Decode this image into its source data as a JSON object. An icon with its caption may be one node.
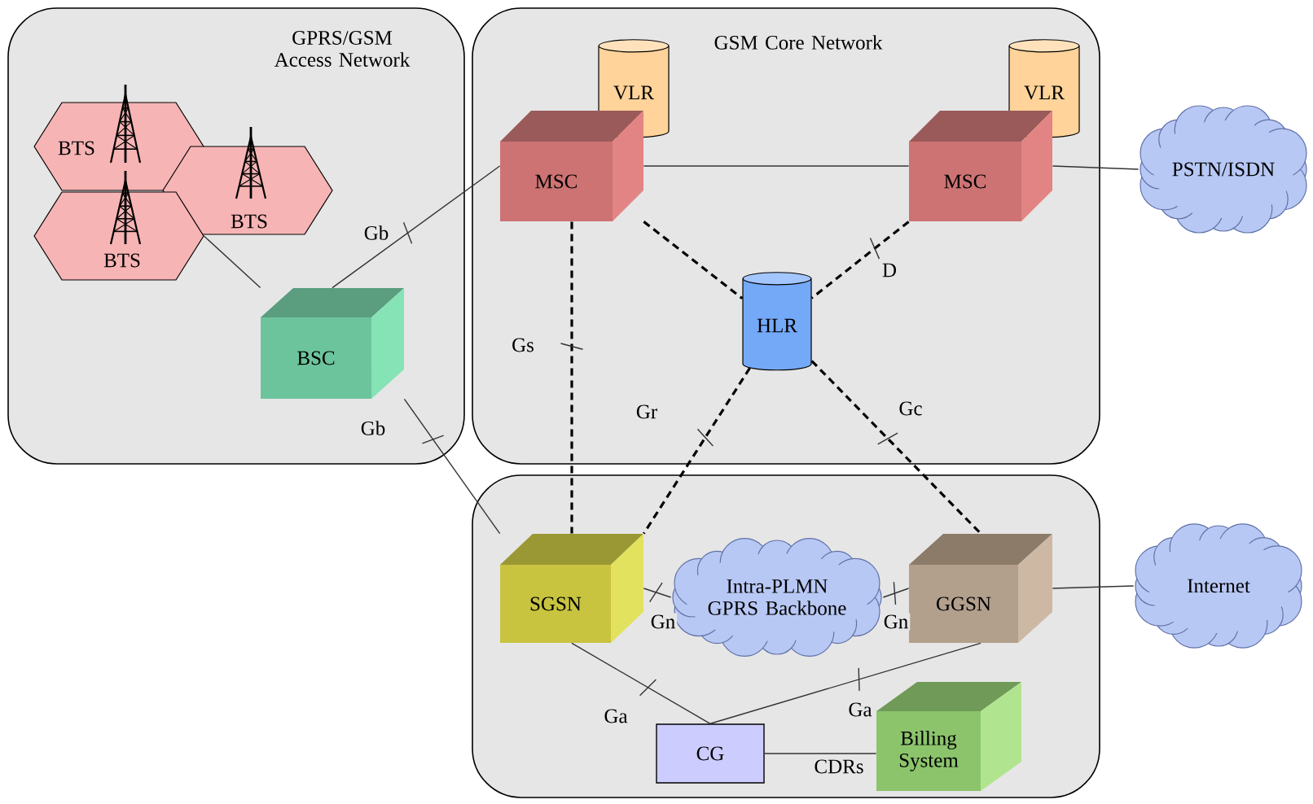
{
  "diagram": {
    "nodes": [
      {
        "text": [
          "GPRS/GSM Access Network"
        ]
      },
      {
        "text": [
          "BTS"
        ],
        "in": 0
      },
      {
        "text": [
          "BTS"
        ],
        "in": 0
      },
      {
        "text": [
          "BTS"
        ],
        "in": 0
      },
      {
        "text": [
          "BSC"
        ],
        "in": 0
      },
      {
        "text": [
          "GSM Core Network"
        ]
      },
      {
        "text": [
          "VLR"
        ],
        "in": 5
      },
      {
        "text": [
          "MSC"
        ],
        "in": 5
      },
      {
        "text": [
          "VLR"
        ],
        "in": 5
      },
      {
        "text": [
          "MSC"
        ],
        "in": 5
      },
      {
        "text": [
          "HLR"
        ],
        "in": 5
      },
      {
        "text": [
          "PSTN/ISDN"
        ]
      },
      {
        "text": [],
        "shape": "box"
      },
      {
        "text": [
          "SGSN"
        ],
        "in": 12
      },
      {
        "text": [
          "Intra-PLMN GPRS Backbone"
        ],
        "in": 12
      },
      {
        "text": [
          "GGSN"
        ],
        "in": 12
      },
      {
        "text": [
          "CG"
        ],
        "in": 12
      },
      {
        "text": [
          "Billing System"
        ],
        "in": 12
      },
      {
        "text": [
          "Internet"
        ]
      }
    ],
    "edges": [
      {
        "from": 3,
        "to": 4,
        "arrow": "none"
      },
      {
        "from": 4,
        "to": 7,
        "arrow": "none",
        "label": "Gb"
      },
      {
        "from": 4,
        "to": 13,
        "arrow": "none",
        "label": "Gb"
      },
      {
        "from": 7,
        "to": 9,
        "arrow": "none"
      },
      {
        "from": 9,
        "to": 11,
        "arrow": "none"
      },
      {
        "from": 7,
        "to": 13,
        "arrow": "none",
        "label": "Gs",
        "style": "dashed"
      },
      {
        "from": 7,
        "to": 10,
        "arrow": "none",
        "style": "dashed"
      },
      {
        "from": 9,
        "to": 10,
        "arrow": "none",
        "label": "D",
        "style": "dashed"
      },
      {
        "from": 10,
        "to": 13,
        "arrow": "none",
        "label": "Gr",
        "style": "dashed"
      },
      {
        "from": 10,
        "to": 15,
        "arrow": "none",
        "label": "Gc",
        "style": "dashed"
      },
      {
        "from": 13,
        "to": 14,
        "arrow": "none",
        "label": "Gn"
      },
      {
        "from": 14,
        "to": 15,
        "arrow": "none",
        "label": "Gn"
      },
      {
        "from": 15,
        "to": 18,
        "arrow": "none"
      },
      {
        "from": 13,
        "to": 16,
        "arrow": "none",
        "label": "Ga"
      },
      {
        "from": 15,
        "to": 16,
        "arrow": "none",
        "label": "Ga"
      },
      {
        "from": 16,
        "to": 17,
        "arrow": "none",
        "label": "CDRs"
      }
    ]
  }
}
